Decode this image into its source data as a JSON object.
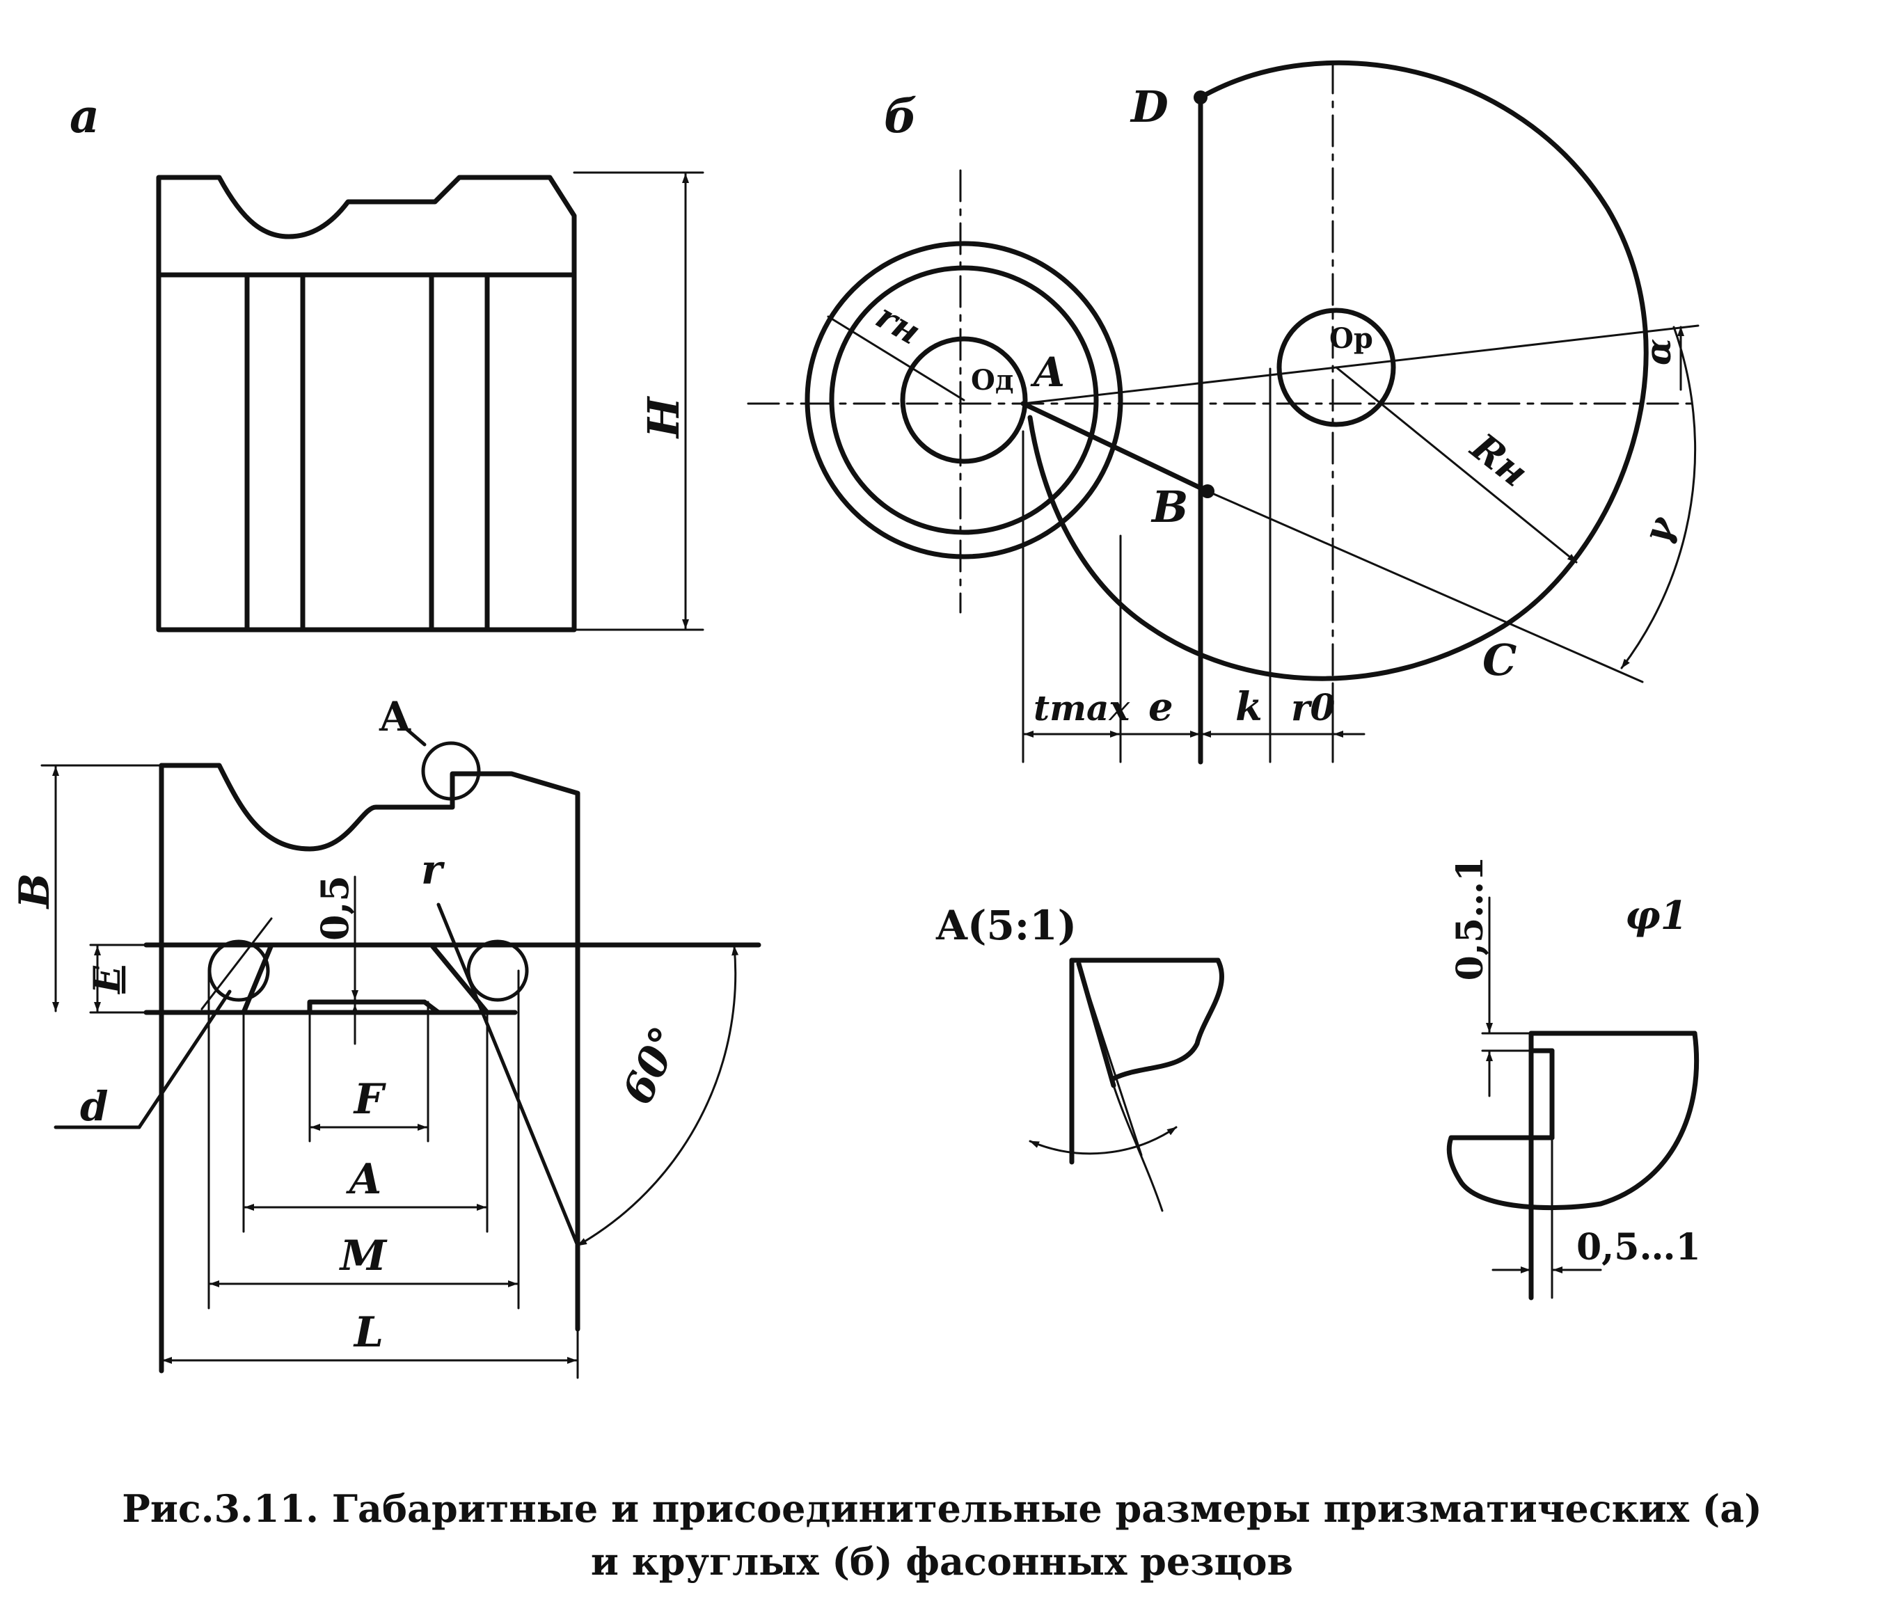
{
  "labels": {
    "view_a": "а",
    "view_b": "б",
    "H": "H",
    "B": "B",
    "E": "E",
    "d": "d",
    "F": "F",
    "A": "A",
    "M": "M",
    "L": "L",
    "r": "r",
    "half_mm": "0,5",
    "angle_60": "60°",
    "detail_ref": "A",
    "point_D": "D",
    "point_A": "A",
    "point_B": "B",
    "point_C": "C",
    "r_n": "rн",
    "O_d": "Oд",
    "O_p": "Op",
    "R_n": "Rн",
    "alpha": "α",
    "gamma": "γ",
    "t_max": "tmax",
    "e": "e",
    "k": "k",
    "r_0": "r0",
    "detail_title": "A(5:1)",
    "phi_1": "φ1",
    "range_vertical": "0,5…1",
    "range_horizontal": "0,5…1"
  },
  "caption": {
    "line1": "Рис.3.11. Габаритные и присоединительные размеры призматических (а)",
    "line2": "и круглых (б) фасонных резцов"
  }
}
